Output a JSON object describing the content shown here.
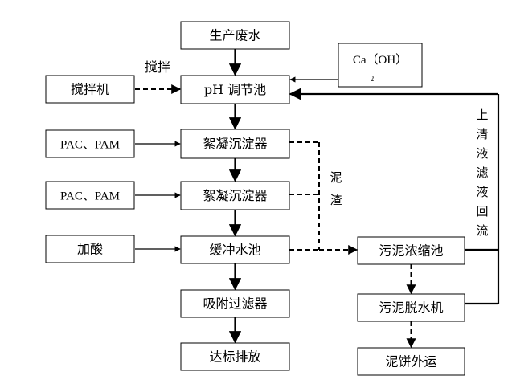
{
  "nodes": {
    "wastewater": "生产废水",
    "ph_tank": "pH 调节池",
    "mixer": "搅拌机",
    "caoh_main": "Ca（OH）",
    "caoh_sub": "2",
    "pac_pam_1": "PAC、PAM",
    "pac_pam_2": "PAC、PAM",
    "flocculator_1": "絮凝沉淀器",
    "flocculator_2": "絮凝沉淀器",
    "acid": "加酸",
    "buffer_tank": "缓冲水池",
    "adsorption_filter": "吸附过滤器",
    "discharge": "达标排放",
    "sludge_thickener": "污泥浓缩池",
    "sludge_dewatering": "污泥脱水机",
    "sludge_cake": "泥饼外运"
  },
  "labels": {
    "stirring": "搅拌",
    "sludge_chars": [
      "泥",
      "渣"
    ],
    "return_chars": [
      "上",
      "清",
      "液",
      "滤",
      "液",
      "回",
      "流"
    ]
  }
}
